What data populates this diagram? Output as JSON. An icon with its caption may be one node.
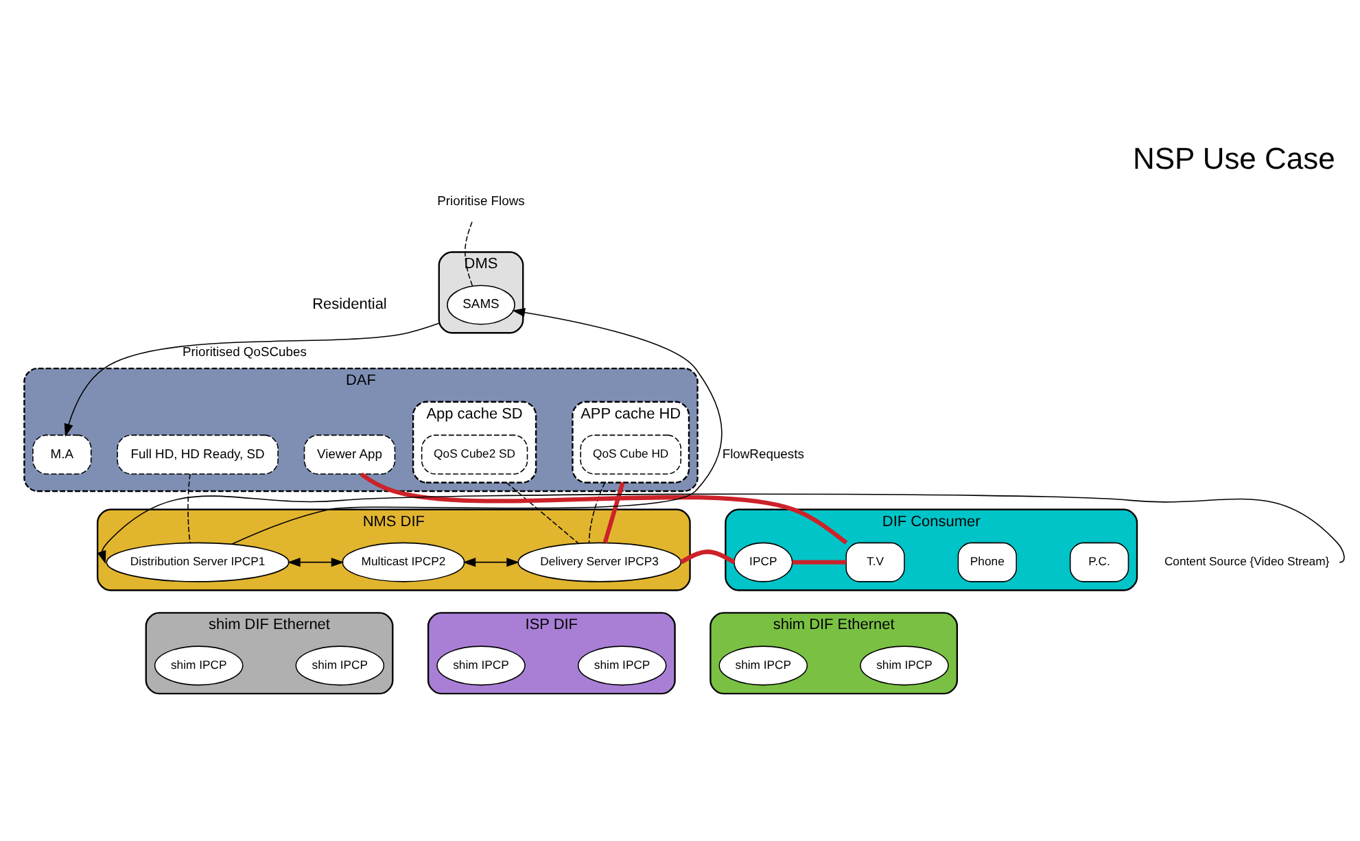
{
  "diagram": {
    "title": "NSP Use Case",
    "nodes": [
      {
        "text": [
          "DMS"
        ]
      },
      {
        "text": [
          "SAMS"
        ],
        "in": 0
      },
      {
        "text": [
          "Prioritise Flows"
        ]
      },
      {
        "text": [
          "DAF"
        ]
      },
      {
        "text": [
          "Full HD, HD Ready, SD"
        ],
        "in": 3
      },
      {
        "text": [
          "APP cache HD"
        ],
        "in": 3
      },
      {
        "text": [
          "QoS Cube HD"
        ],
        "in": 5
      },
      {
        "text": [
          "App cache SD"
        ],
        "in": 3
      },
      {
        "text": [
          "QoS Cube2 SD"
        ],
        "in": 7
      },
      {
        "text": [
          "M.A"
        ],
        "in": 3
      },
      {
        "text": [
          "Viewer App"
        ],
        "in": 3
      },
      {
        "text": [
          "Content Source {Video Stream}"
        ]
      },
      {
        "text": [
          "NMS DIF"
        ]
      },
      {
        "text": [
          "Distribution Server IPCP1"
        ],
        "in": 12
      },
      {
        "text": [
          "Multicast IPCP2"
        ],
        "in": 12
      },
      {
        "text": [
          "Delivery Server IPCP3"
        ],
        "in": 12
      },
      {
        "text": [
          "DIF Consumer"
        ]
      },
      {
        "text": [
          "IPCP"
        ],
        "in": 16
      },
      {
        "text": [
          "Phone"
        ],
        "in": 16
      },
      {
        "text": [
          "T.V"
        ],
        "in": 16
      },
      {
        "text": [
          "P.C."
        ],
        "in": 16
      },
      {
        "text": [
          "shim DIF Ethernet"
        ]
      },
      {
        "text": [
          "shim IPCP"
        ],
        "in": 21
      },
      {
        "text": [
          "shim IPCP"
        ],
        "in": 21
      },
      {
        "text": [
          "ISP DIF"
        ]
      },
      {
        "text": [
          "shim IPCP"
        ],
        "in": 24
      },
      {
        "text": [
          "shim IPCP"
        ],
        "in": 24
      },
      {
        "text": [
          "shim DIF Ethernet"
        ]
      },
      {
        "text": [
          "shim IPCP"
        ],
        "in": 27
      },
      {
        "text": [
          "shim IPCP"
        ],
        "in": 27
      }
    ],
    "edges": [
      {
        "from": 13,
        "to": 1,
        "arrow": "to",
        "label": "FlowRequests"
      },
      {
        "from": 1,
        "to": 2,
        "arrow": "none",
        "style": "dashed"
      },
      {
        "from": 0,
        "to": 9,
        "arrow": "to",
        "label": "Prioritised QoSCubes"
      },
      {
        "from": 11,
        "to": 13,
        "arrow": "to"
      },
      {
        "from": 13,
        "to": 14,
        "arrow": "both"
      },
      {
        "from": 14,
        "to": 15,
        "arrow": "both"
      },
      {
        "from": 4,
        "to": 13,
        "arrow": "none",
        "style": "dashed"
      },
      {
        "from": 5,
        "to": 15,
        "arrow": "none",
        "style": "dashed"
      },
      {
        "from": 5,
        "to": 15,
        "arrow": "none",
        "style": "thick",
        "color": "#cc2229"
      },
      {
        "from": 7,
        "to": 15,
        "arrow": "none",
        "style": "dashed"
      },
      {
        "from": 15,
        "to": 17,
        "arrow": "none",
        "style": "thick",
        "color": "#cc2229"
      },
      {
        "from": 17,
        "to": 19,
        "arrow": "none",
        "style": "thick",
        "color": "#cc2229"
      },
      {
        "from": 10,
        "to": 19,
        "arrow": "none",
        "style": "thick",
        "color": "#cc2229"
      }
    ],
    "labels": [
      "Residential"
    ]
  }
}
